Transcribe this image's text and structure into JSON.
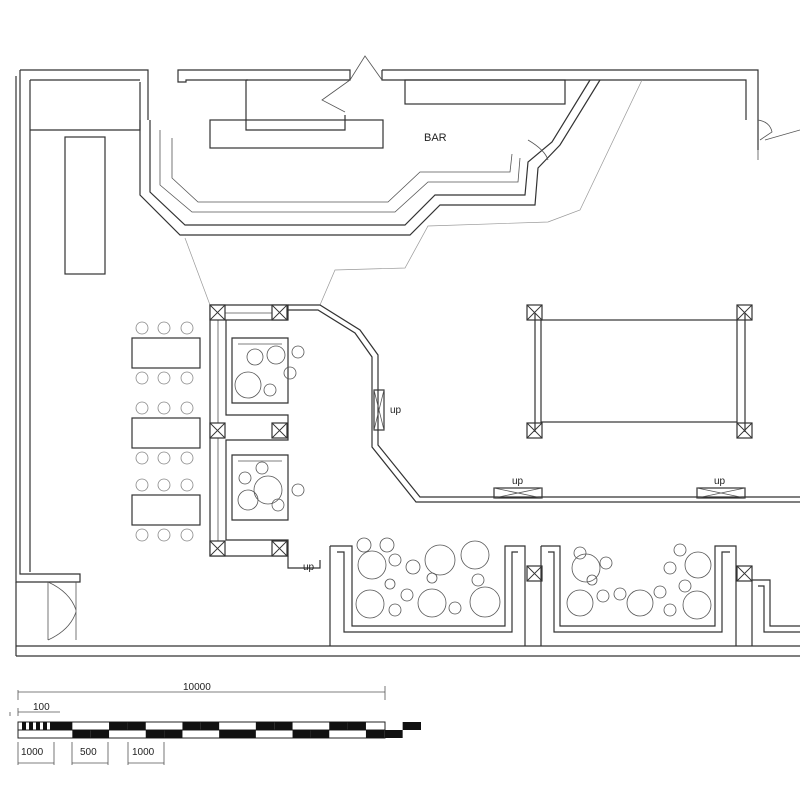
{
  "labels": {
    "bar": "BAR",
    "ramp_up": "up"
  },
  "scale_bar": {
    "total": "10000",
    "small": "100",
    "seg_a": "1000",
    "seg_b": "500",
    "seg_c": "1000"
  }
}
